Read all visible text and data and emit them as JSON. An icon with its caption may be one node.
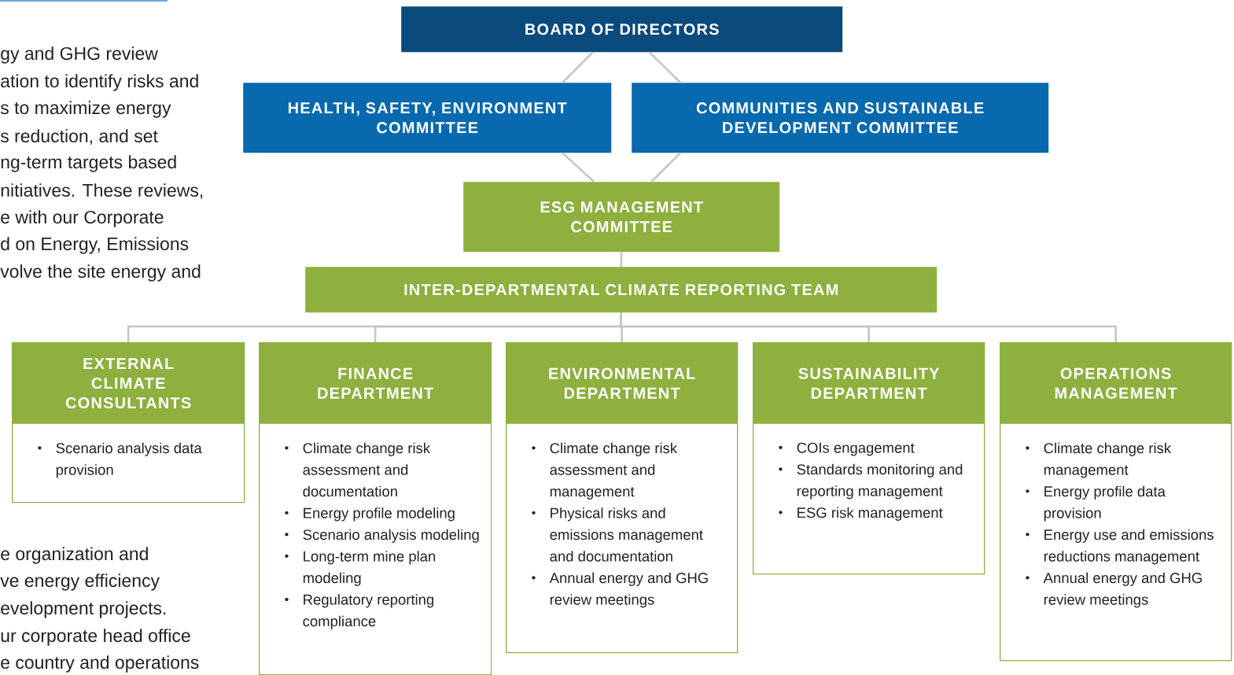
{
  "diagram": {
    "nodes": [
      {
        "text": [
          "BOARD OF DIRECTORS"
        ]
      },
      {
        "text": [
          "HEALTH, SAFETY, ENVIRONMENT COMMITTEE"
        ]
      },
      {
        "text": [
          "COMMUNITIES AND SUSTAINABLE DEVELOPMENT COMMITTEE"
        ]
      },
      {
        "text": [
          "ESG MANAGEMENT COMMITTEE"
        ]
      },
      {
        "text": [
          "INTER-DEPARTMENTAL CLIMATE REPORTING TEAM"
        ]
      },
      {
        "text": [
          "EXTERNAL CLIMATE CONSULTANTS",
          "Scenario analysis data provision"
        ]
      },
      {
        "text": [
          "FINANCE DEPARTMENT",
          "Climate change risk assessment and documentation",
          "Energy profile modeling",
          "Scenario analysis modeling",
          "Long-term mine plan modeling",
          "Regulatory reporting compliance"
        ]
      },
      {
        "text": [
          "ENVIRONMENTAL DEPARTMENT",
          "Climate change risk assessment and management",
          "Physical risks and emissions management and documentation",
          "Annual energy and GHG review meetings"
        ]
      },
      {
        "text": [
          "SUSTAINABILITY DEPARTMENT",
          "COIs engagement",
          "Standards monitoring and reporting management",
          "ESG risk management"
        ]
      },
      {
        "text": [
          "OPERATIONS MANAGEMENT",
          "Climate change risk management",
          "Energy profile data provision",
          "Energy use and emissions reductions management",
          "Annual energy and GHG review meetings"
        ]
      }
    ],
    "edges": [
      {
        "from": 0,
        "to": 1,
        "arrow": "none"
      },
      {
        "from": 0,
        "to": 2,
        "arrow": "none"
      },
      {
        "from": 1,
        "to": 3,
        "arrow": "none"
      },
      {
        "from": 2,
        "to": 3,
        "arrow": "none"
      },
      {
        "from": 3,
        "to": 4,
        "arrow": "none"
      },
      {
        "from": 4,
        "to": 5,
        "arrow": "none"
      },
      {
        "from": 4,
        "to": 6,
        "arrow": "none"
      },
      {
        "from": 4,
        "to": 7,
        "arrow": "none"
      },
      {
        "from": 4,
        "to": 8,
        "arrow": "none"
      },
      {
        "from": 4,
        "to": 9,
        "arrow": "none"
      }
    ],
    "labels": [
      "gy and GHG review",
      "ation to identify risks and",
      "s to maximize energy",
      "s reduction, and set",
      "ng-term targets based",
      "nitiatives. These reviews,",
      "e with our Corporate",
      "d on Energy, Emissions",
      "volve the site energy and",
      "e organization and",
      "ve energy efficiency",
      "evelopment projects.",
      "ur corporate head office",
      "e country and operations"
    ]
  }
}
